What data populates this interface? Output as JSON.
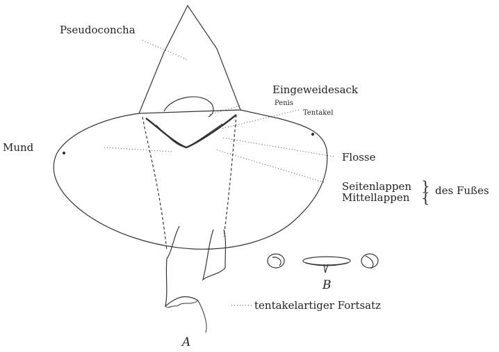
{
  "labels": {
    "pseudoconcha": "Pseudoconcha",
    "eingeweidesack": "Eingeweidesack",
    "penis": "Penis",
    "tentakel": "Tentakel",
    "mund": "Mund",
    "flosse": "Flosse",
    "seitenlappen": "Seitenlappen",
    "mittellappen": "Mittellappen",
    "des_fusses": "des Fußes",
    "fortsatz": "tentakelartiger Fortsatz",
    "fig_a": "A",
    "fig_b": "B"
  }
}
